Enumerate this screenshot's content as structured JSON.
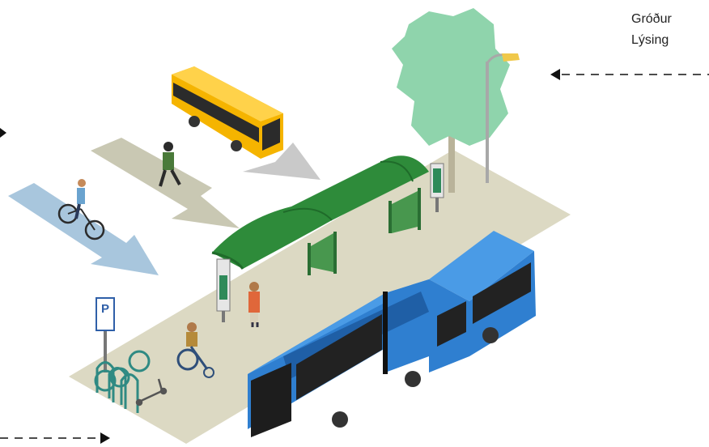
{
  "labels": {
    "vegetation": "Gróður",
    "lighting": "Lýsing",
    "parking_sign": "P"
  },
  "colors": {
    "ground": "#dcd9c3",
    "shelter_roof": "#2e8b3a",
    "shelter_roof_dark": "#1f6b2a",
    "bus_blue": "#2f7fd0",
    "bus_yellow": "#f5b400",
    "bike_lane": "#a9c7de",
    "walk_arrow": "#c6c6b1",
    "tree": "#8fd4ac",
    "bike_rack": "#2f8a83"
  },
  "icons": [
    "arrow-right-icon",
    "arrow-left-icon",
    "bicycle-icon",
    "wheelchair-icon",
    "parking-sign-icon",
    "street-lamp-icon",
    "tree-icon",
    "bus-stop-shelter-icon",
    "articulated-bus-icon",
    "yellow-bus-icon",
    "pedestrian-icon",
    "cyclist-icon",
    "scooter-icon"
  ]
}
